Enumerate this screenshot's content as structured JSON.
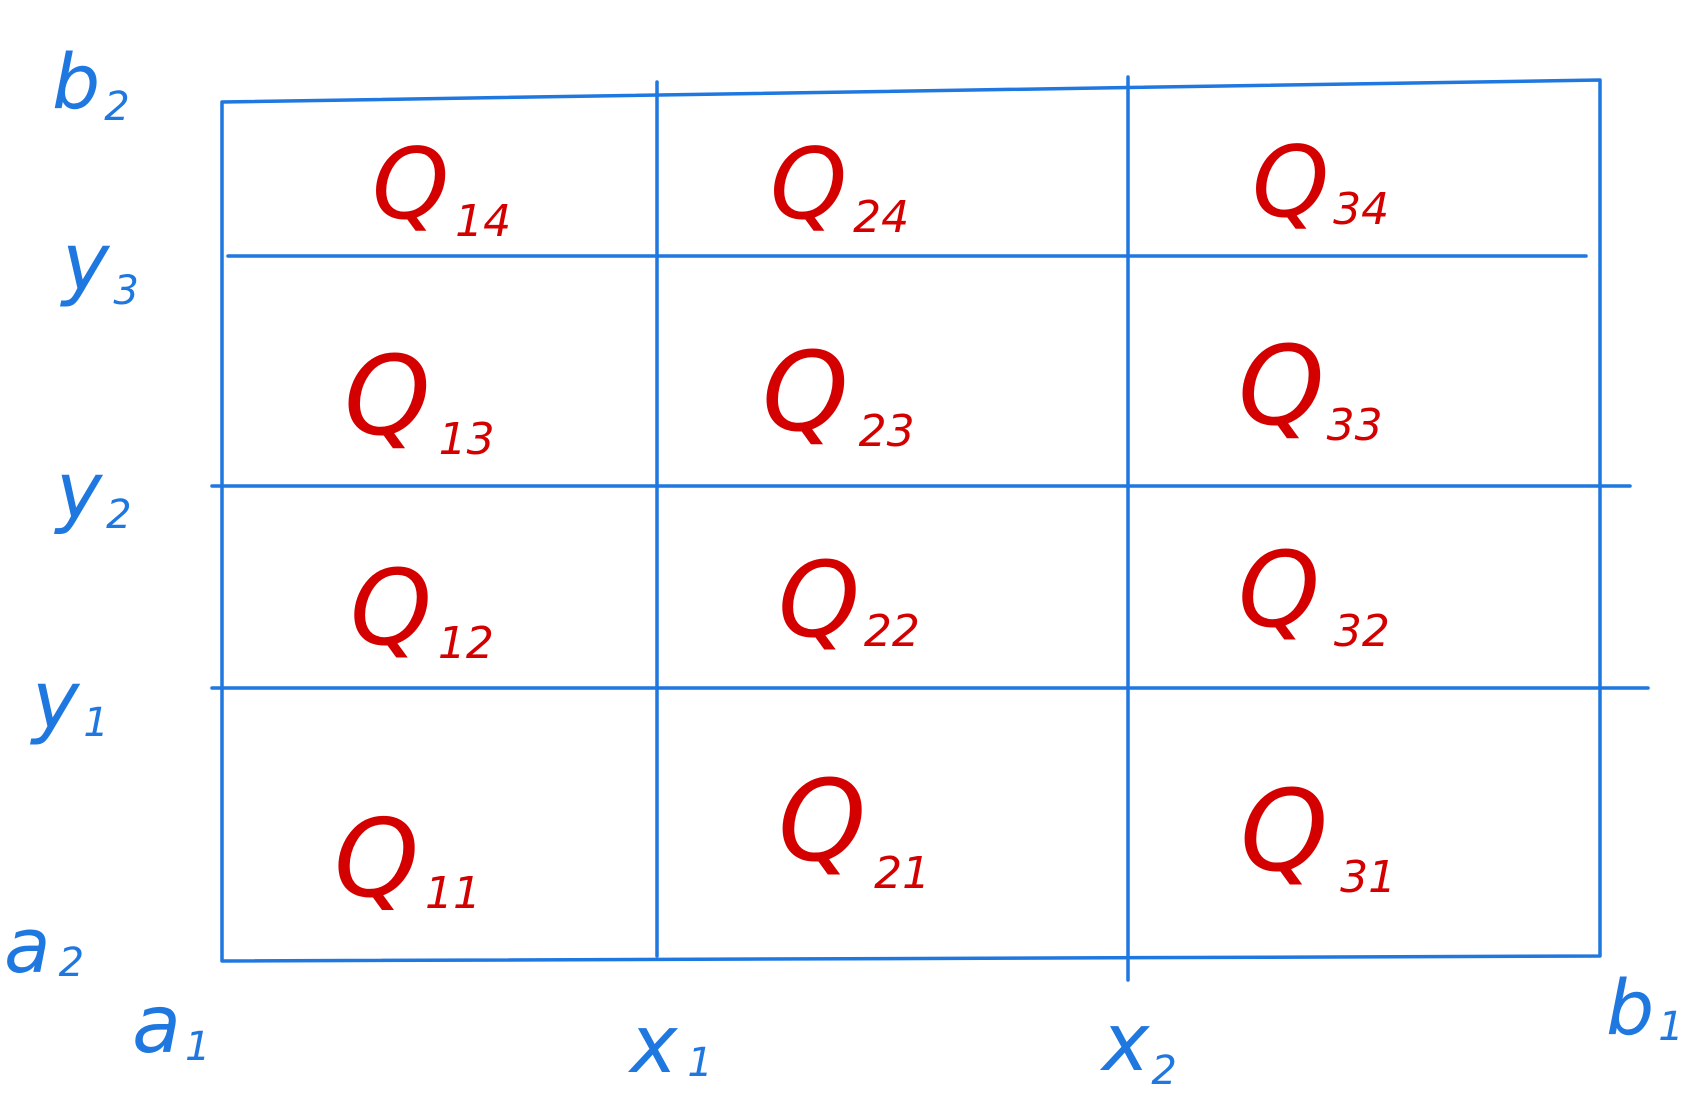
{
  "colors": {
    "grid": "#1f77e0",
    "cell_labels": "#d40000",
    "background": "#ffffff"
  },
  "axis_labels": {
    "b2": {
      "main": "b",
      "sub": "2"
    },
    "y3": {
      "main": "y",
      "sub": "3"
    },
    "y2": {
      "main": "y",
      "sub": "2"
    },
    "y1": {
      "main": "y",
      "sub": "1"
    },
    "a2": {
      "main": "a",
      "sub": "2"
    },
    "a1": {
      "main": "a",
      "sub": "1"
    },
    "x1": {
      "main": "x",
      "sub": "1"
    },
    "x2": {
      "main": "x",
      "sub": "2"
    },
    "b1": {
      "main": "b",
      "sub": "1"
    }
  },
  "cells": {
    "q14": {
      "main": "Q",
      "sub": "14"
    },
    "q24": {
      "main": "Q",
      "sub": "24"
    },
    "q34": {
      "main": "Q",
      "sub": "34"
    },
    "q13": {
      "main": "Q",
      "sub": "13"
    },
    "q23": {
      "main": "Q",
      "sub": "23"
    },
    "q33": {
      "main": "Q",
      "sub": "33"
    },
    "q12": {
      "main": "Q",
      "sub": "12"
    },
    "q22": {
      "main": "Q",
      "sub": "22"
    },
    "q32": {
      "main": "Q",
      "sub": "32"
    },
    "q11": {
      "main": "Q",
      "sub": "11"
    },
    "q21": {
      "main": "Q",
      "sub": "21"
    },
    "q31": {
      "main": "Q",
      "sub": "31"
    }
  }
}
